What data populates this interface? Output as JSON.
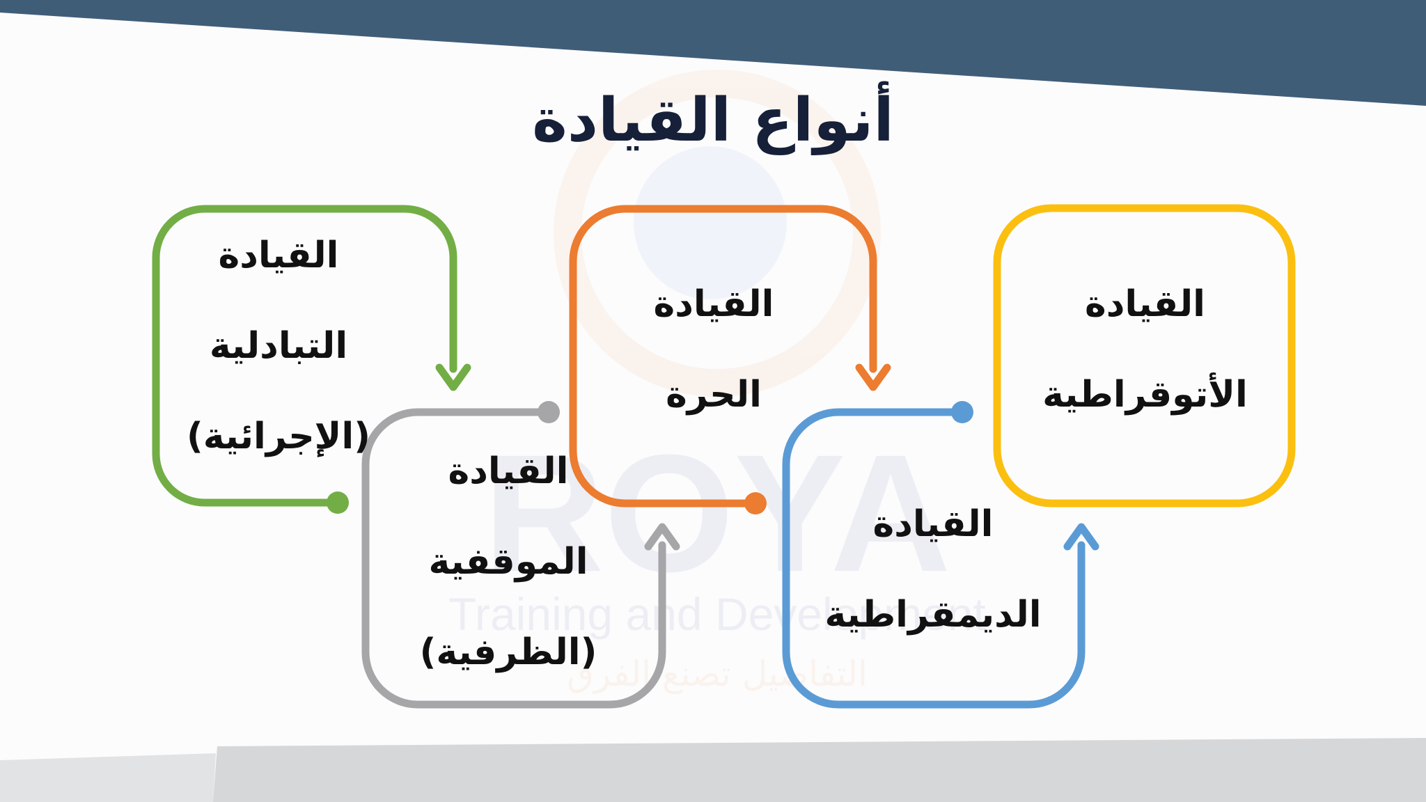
{
  "title": "أنواع القيادة",
  "watermark": {
    "brand": "ROYA",
    "tagline": "Training and Development",
    "arabic_tagline": "التفاصيل تصنع الفرق"
  },
  "colors": {
    "header_band": "#405d78",
    "footer_band": "#d6d7d8",
    "green": "#72ae45",
    "gray": "#a6a6a9",
    "orange": "#ec7c30",
    "blue": "#5b9bd5",
    "yellow": "#fbbf0f"
  },
  "boxes": {
    "transactional": {
      "line1": "القيادة",
      "line2": "التبادلية",
      "line3": "(الإجرائية)"
    },
    "situational": {
      "line1": "القيادة",
      "line2": "الموقفية",
      "line3": "(الظرفية)"
    },
    "free": {
      "line1": "القيادة",
      "line2": "الحرة"
    },
    "democratic": {
      "line1": "القيادة",
      "line2": "الديمقراطية"
    },
    "autocratic": {
      "line1": "القيادة",
      "line2": "الأتوقراطية"
    }
  }
}
